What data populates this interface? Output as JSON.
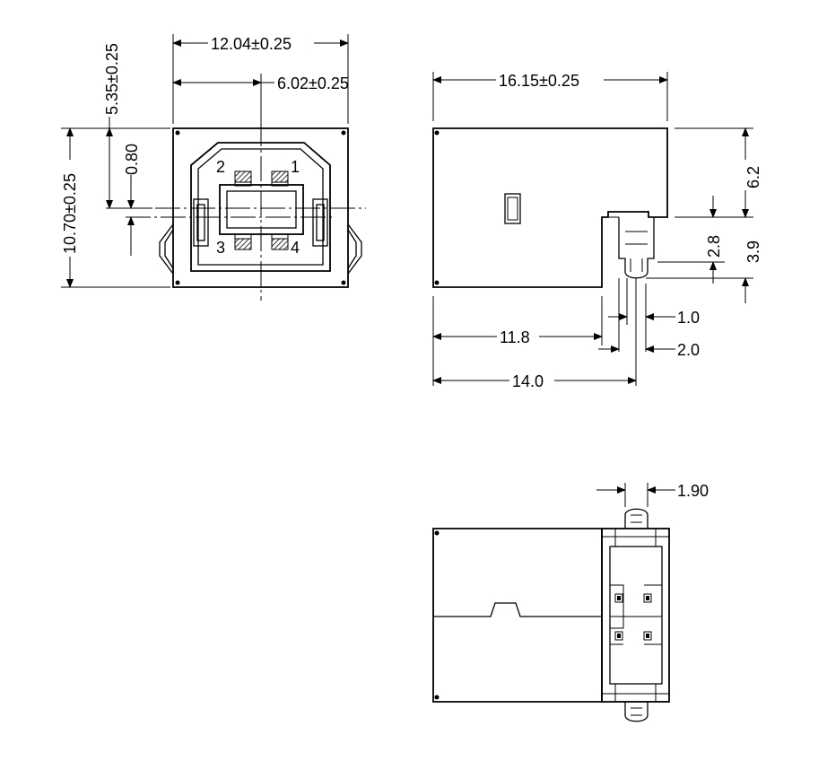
{
  "colors": {
    "line": "#000000",
    "background": "#ffffff"
  },
  "front_view": {
    "dimensions": {
      "overall_width": "12.04±0.25",
      "half_width": "6.02±0.25",
      "height": "10.70±0.25",
      "center_offset": "5.35±0.25",
      "offset_small": "0.80"
    },
    "pins": [
      "1",
      "2",
      "3",
      "4"
    ]
  },
  "side_view": {
    "dimensions": {
      "length": "16.15±0.25",
      "height_top": "6.2",
      "h_28": "2.8",
      "h_39": "3.9",
      "d_118": "11.8",
      "d_140": "14.0",
      "d_10": "1.0",
      "d_20": "2.0"
    }
  },
  "bottom_view": {
    "dimensions": {
      "d_190": "1.90"
    }
  }
}
